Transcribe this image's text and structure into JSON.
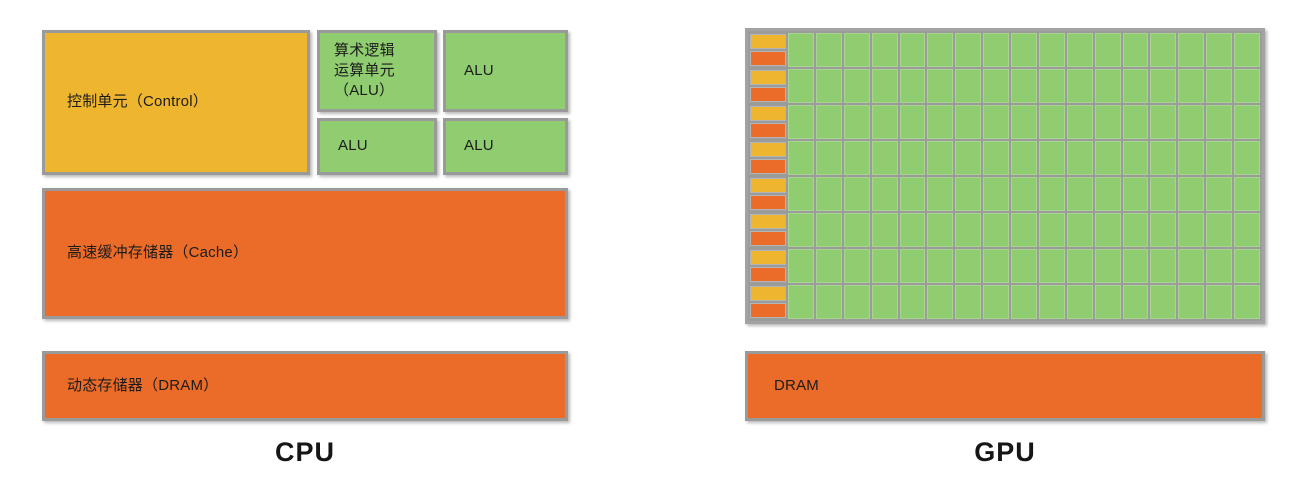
{
  "diagram": {
    "title_cpu": "CPU",
    "title_gpu": "GPU",
    "colors": {
      "control_yellow": "#EEB52E",
      "alu_green": "#90CC70",
      "memory_orange": "#EB6B29",
      "border_gray": "#9A9A9A",
      "background": "#FFFFFF"
    }
  },
  "cpu": {
    "caption": "CPU",
    "control": {
      "label": "控制单元（Control）"
    },
    "alus": [
      {
        "label": "算术逻辑\n运算单元\n（ALU）"
      },
      {
        "label": "ALU"
      },
      {
        "label": "ALU"
      },
      {
        "label": "ALU"
      }
    ],
    "cache": {
      "label": "高速缓冲存储器（Cache）"
    },
    "dram": {
      "label": "动态存储器（DRAM）"
    }
  },
  "gpu": {
    "caption": "GPU",
    "dram": {
      "label": "DRAM"
    },
    "core_array": {
      "rows": 8,
      "cols": 17,
      "control_color": "#EEB52E",
      "cache_color": "#EB6B29",
      "core_color": "#90CC70"
    }
  }
}
